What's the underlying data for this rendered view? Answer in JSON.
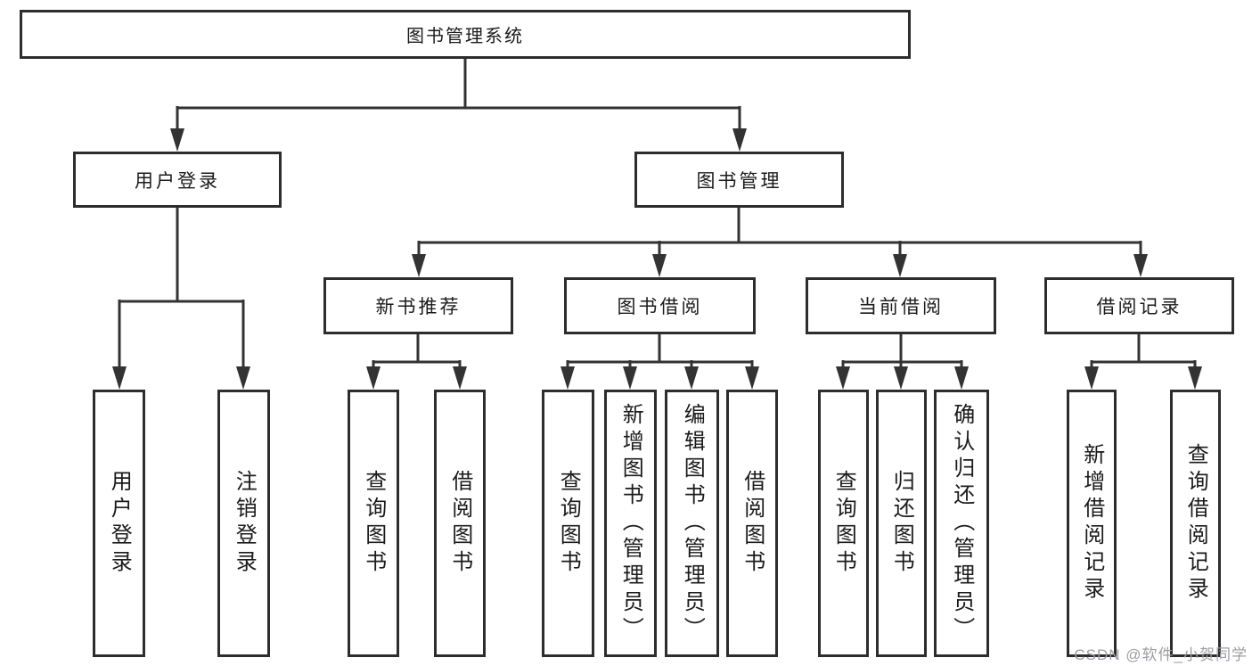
{
  "diagram": {
    "root": {
      "label": "图书管理系统"
    },
    "level2": {
      "user_login": {
        "label": "用户登录",
        "leaves": [
          "用户登录",
          "注销登录"
        ]
      },
      "book_management": {
        "label": "图书管理"
      }
    },
    "level3": [
      {
        "label": "新书推荐",
        "leaves": [
          "查询图书",
          "借阅图书"
        ]
      },
      {
        "label": "图书借阅",
        "leaves": [
          "查询图书",
          "新增图书（管理员）",
          "编辑图书（管理员）",
          "借阅图书"
        ]
      },
      {
        "label": "当前借阅",
        "leaves": [
          "查询图书",
          "归还图书",
          "确认归还（管理员）"
        ]
      },
      {
        "label": "借阅记录",
        "leaves": [
          "新增借阅记录",
          "查询借阅记录"
        ]
      }
    ]
  },
  "watermark": {
    "text": "CSDN @软件_小贺同学"
  },
  "colors": {
    "line": "#333333",
    "box_border": "#2d2d2d",
    "text": "#1b1b1b",
    "background": "#ffffff",
    "watermark": "#9d9da5"
  }
}
